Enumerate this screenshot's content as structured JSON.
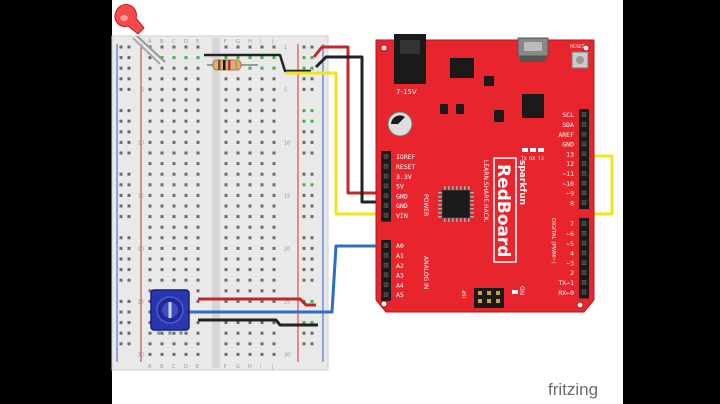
{
  "watermark": "fritzing",
  "board": {
    "brand": "sparkfun",
    "name": "RedBoard",
    "subtitle": "LEARN.SHARE.HACK.",
    "power_jack_label": "7-15V",
    "reset_label": "RESET",
    "on_label": "ON",
    "isp_label": "ISP",
    "tx_label": "TX",
    "rx_label": "RX",
    "l13_label": "13",
    "power_header_title": "POWER",
    "analog_header_title": "ANALOG IN",
    "digital_header_title": "DIGITAL (PWM~)",
    "power_pins": [
      "IOREF",
      "RESET",
      "3.3V",
      "5V",
      "GND",
      "GND",
      "VIN"
    ],
    "analog_pins": [
      "A0",
      "A1",
      "A2",
      "A3",
      "A4",
      "A5"
    ],
    "digital_top_pins": [
      "SCL",
      "SDA",
      "AREF",
      "GND",
      "13",
      "12",
      "~11",
      "~10",
      "~9",
      "8"
    ],
    "digital_bottom_pins": [
      "7",
      "~6",
      "~5",
      "4",
      "~3",
      "2",
      "TX→1",
      "RX←0"
    ]
  },
  "breadboard": {
    "column_letters_left": [
      "A",
      "B",
      "C",
      "D",
      "E"
    ],
    "column_letters_right": [
      "F",
      "G",
      "H",
      "I",
      "J"
    ],
    "row_numbers": [
      "1",
      "5",
      "10",
      "15",
      "20",
      "25",
      "30"
    ]
  },
  "colors": {
    "board_red": "#e8242c",
    "wire_red": "#c0282c",
    "wire_black": "#222222",
    "wire_yellow": "#f2e41c",
    "wire_blue": "#2f6fc0",
    "breadboard": "#e9e9e9",
    "pot_blue": "#2837b0"
  }
}
